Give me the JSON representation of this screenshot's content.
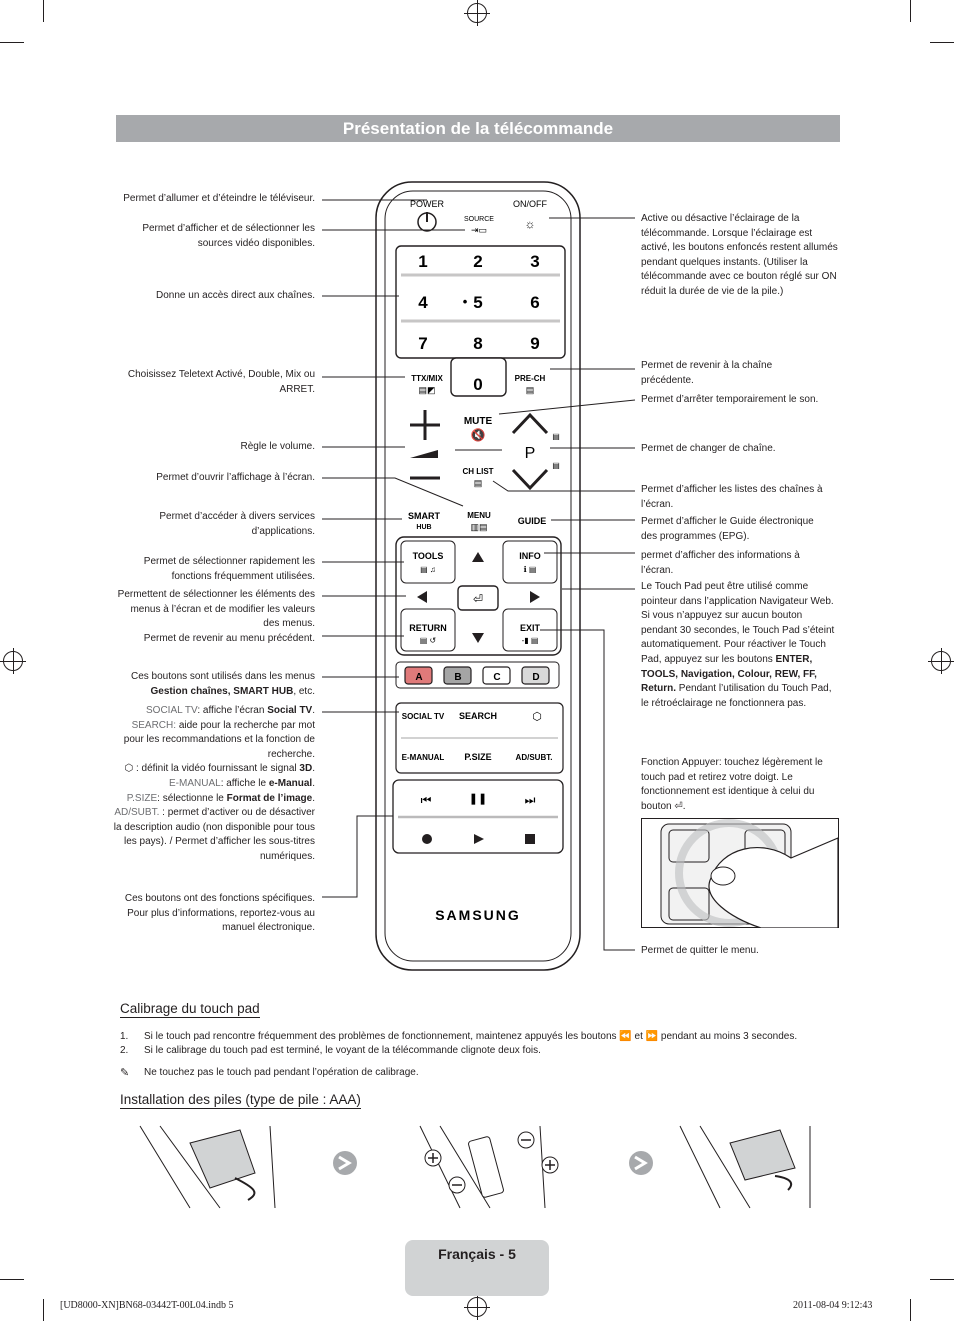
{
  "title": "Présentation de la télécommande",
  "remote": {
    "power": "POWER",
    "onoff": "ON/OFF",
    "source": "SOURCE",
    "digits": [
      "1",
      "2",
      "3",
      "4",
      "5",
      "6",
      "7",
      "8",
      "9",
      "0"
    ],
    "digit_five_prefix": "•",
    "ttx": "TTX/MIX",
    "prech": "PRE-CH",
    "mute": "MUTE",
    "p": "P",
    "chlist": "CH LIST",
    "menu": "MENU",
    "smart": "SMART",
    "hub": "HUB",
    "guide": "GUIDE",
    "tools": "TOOLS",
    "info": "INFO",
    "return": "RETURN",
    "exit": "EXIT",
    "colors": [
      "A",
      "B",
      "C",
      "D"
    ],
    "colors_hex": [
      "#e07a7a",
      "#a5a5a5",
      "#ffffff",
      "#d9d9d9"
    ],
    "social": "SOCIAL TV",
    "search": "SEARCH",
    "emanual": "E-MANUAL",
    "psize": "P.SIZE",
    "adsubt": "AD/SUBT.",
    "brand": "SAMSUNG"
  },
  "left_annotations": {
    "power": "Permet d’allumer et d’éteindre le téléviseur.",
    "source": "Permet d’afficher et de sélectionner les sources vidéo disponibles.",
    "digits": "Donne un accès direct aux chaînes.",
    "ttx": "Choisissez Teletext Activé, Double, Mix ou ARRET.",
    "volume": "Règle le volume.",
    "menu": "Permet d’ouvrir l’affichage à l’écran.",
    "smarthub": "Permet d’accéder à divers services d’applications.",
    "tools": "Permet de sélectionner rapidement les fonctions fréquemment utilisées.",
    "nav": "Permettent de sélectionner les éléments des menus à l’écran et de modifier les valeurs des menus.",
    "return": "Permet de revenir au menu précédent.",
    "colors_pre": "Ces boutons sont utilisés dans les menus",
    "colors_bold": "Gestion chaînes, SMART HUB",
    "colors_post": ", etc.",
    "social_key": "SOCIAL TV",
    "social_mid": ": affiche l’écran ",
    "social_val": "Social TV",
    "social_end": ".",
    "search_key": "SEARCH:",
    "search_desc": "aide pour la recherche par mot pour les recommandations et la fonction de recherche.",
    "threed_pre": ": définit la vidéo fournissant le signal",
    "threed_val": "3D",
    "threed_end": ".",
    "emanual_key": "E-MANUAL",
    "emanual_mid": ": affiche le ",
    "emanual_val": "e-Manual",
    "emanual_end": ".",
    "psize_key": "P.SIZE",
    "psize_mid": ": sélectionne le ",
    "psize_val": "Format de l’image",
    "psize_end": ".",
    "adsubt_key": "AD/SUBT.",
    "adsubt_desc": ": permet d’activer ou de désactiver la description audio (non disponible pour tous les pays). / Permet d’afficher les sous-titres numériques.",
    "playback": "Ces boutons ont des fonctions spécifiques. Pour plus d’informations, reportez-vous au manuel électronique."
  },
  "right_annotations": {
    "onoff": "Active ou désactive l’éclairage de la télécommande. Lorsque l’éclairage est activé, les boutons enfoncés restent allumés pendant quelques instants. (Utiliser la télécommande avec ce bouton réglé sur ON réduit la durée de vie de la pile.)",
    "prech": "Permet de revenir à la chaîne précédente.",
    "mute": "Permet d’arrêter temporairement le son.",
    "channel": "Permet de changer de chaîne.",
    "chlist": "Permet d’afficher les listes des chaînes à l’écran.",
    "guide": "Permet d’afficher le Guide électronique des programmes (EPG).",
    "info": "permet d’afficher des informations à l’écran.",
    "touchpad": "Le Touch Pad peut être utilisé comme pointeur dans l’application Navigateur Web. Si vous n’appuyez sur aucun bouton pendant 30 secondes, le Touch Pad s’éteint automatiquement. Pour réactiver le Touch Pad, appuyez sur les boutons",
    "touchpad_keys": "ENTER, TOOLS, Navigation, Colour, REW, FF, Return.",
    "touchpad_light": "Pendant l’utilisation du Touch Pad, le rétroéclairage ne fonctionnera pas.",
    "tap": "Fonction Appuyer: touchez légèrement le touch pad et retirez votre doigt. Le fonctionnement est identique à celui du bouton",
    "tap_end": ".",
    "exit": "Permet de quitter le menu."
  },
  "calibration": {
    "heading": "Calibrage du touch pad",
    "step1_num": "1.",
    "step1_pre": "Si le touch pad rencontre fréquemment des problèmes de fonctionnement, maintenez appuyés les boutons",
    "step1_mid": "et",
    "step1_post": "pendant au moins 3 secondes.",
    "step2_num": "2.",
    "step2": "Si le calibrage du touch pad est terminé, le voyant de la télécommande clignote deux fois.",
    "note": "Ne touchez pas le touch pad pendant l’opération de calibrage."
  },
  "battery": {
    "heading": "Installation des piles (type de pile : AAA)"
  },
  "page_number": "Français - 5",
  "footer": {
    "left": "[UD8000-XN]BN68-03442T-00L04.indb   5",
    "right": "2011-08-04   9:12:43"
  }
}
